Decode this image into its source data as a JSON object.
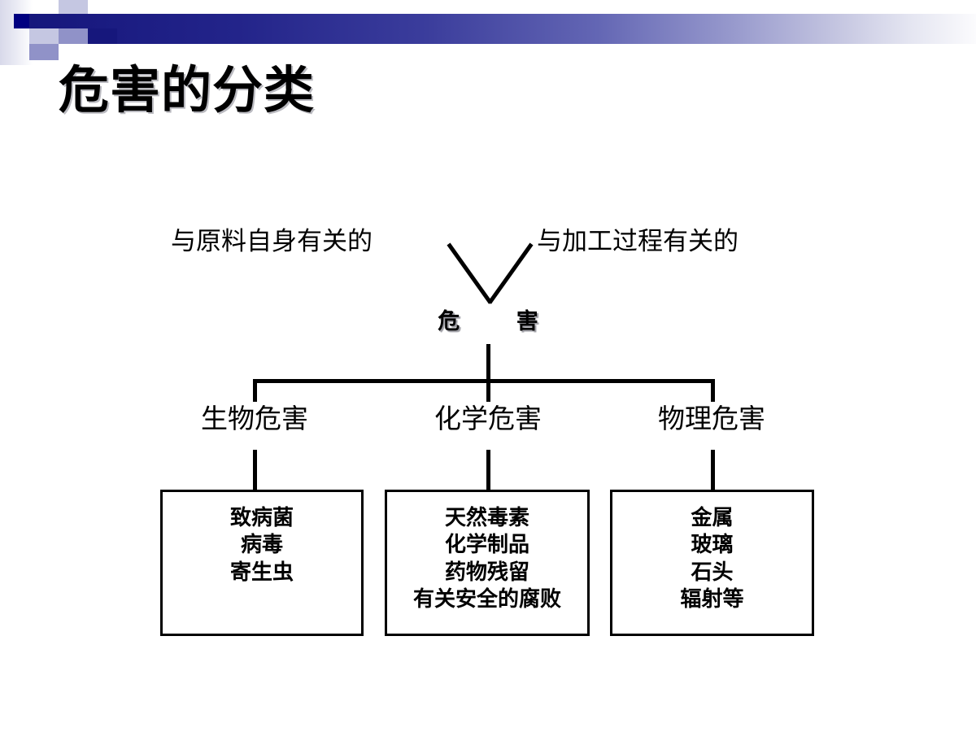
{
  "slide": {
    "title": "危害的分类",
    "background_color": "#ffffff"
  },
  "header": {
    "accent_color": "#000080",
    "gradient_from": "#16177c",
    "gradient_to": "#fbfbfd",
    "decoration": "checkerboard-squares"
  },
  "diagram": {
    "top_labels": {
      "left": "与原料自身有关的",
      "right": "与加工过程有关的"
    },
    "center_node": "危 害",
    "categories": [
      {
        "label": "生物危害",
        "items": [
          "致病菌",
          "病毒",
          "寄生虫"
        ]
      },
      {
        "label": "化学危害",
        "items": [
          "天然毒素",
          "化学制品",
          "药物残留",
          "有关安全的腐败"
        ]
      },
      {
        "label": "物理危害",
        "items": [
          "金属",
          "玻璃",
          "石头",
          "辐射等"
        ]
      }
    ]
  }
}
